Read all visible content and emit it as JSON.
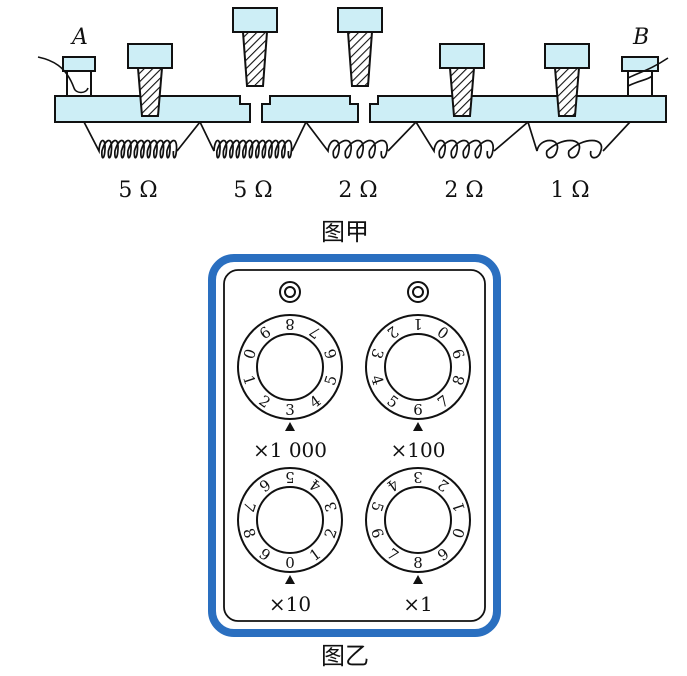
{
  "figure_jia": {
    "terminal_a": "A",
    "terminal_b": "B",
    "resistors": [
      "5 Ω",
      "5 Ω",
      "2 Ω",
      "2 Ω",
      "1 Ω"
    ],
    "caption": "图甲"
  },
  "figure_yi": {
    "dials": [
      {
        "multiplier": "×1 000",
        "selected": "3"
      },
      {
        "multiplier": "×100",
        "selected": "6"
      },
      {
        "multiplier": "×10",
        "selected": "0"
      },
      {
        "multiplier": "×1",
        "selected": "8"
      }
    ],
    "caption": "图乙"
  },
  "colors": {
    "plate": "#cdeef6",
    "frame_blue": "#2a6fc0",
    "ink": "#111111"
  },
  "icons": [
    "plug-icon",
    "knob-icon",
    "pointer-icon"
  ]
}
